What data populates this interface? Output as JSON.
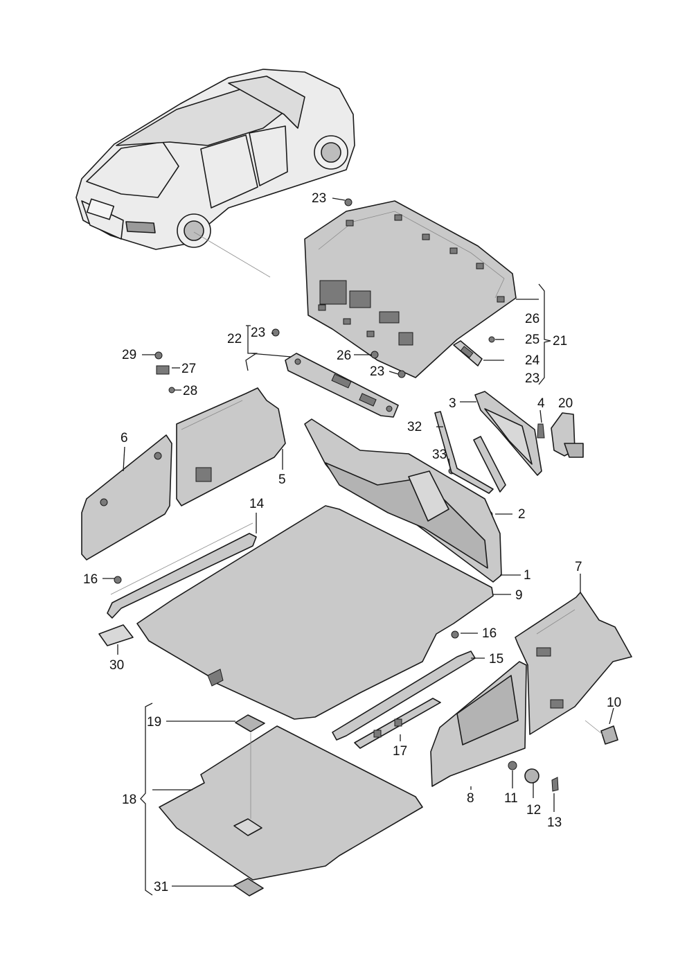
{
  "callouts": {
    "c1": "1",
    "c2": "2",
    "c3": "3",
    "c4": "4",
    "c5": "5",
    "c6": "6",
    "c7": "7",
    "c8": "8",
    "c9": "9",
    "c10": "10",
    "c11": "11",
    "c12": "12",
    "c13": "13",
    "c14": "14",
    "c15": "15",
    "c16a": "16",
    "c16b": "16",
    "c17": "17",
    "c18": "18",
    "c19": "19",
    "c20": "20",
    "c21": "21",
    "c22": "22",
    "c23a": "23",
    "c23b": "23",
    "c23c": "23",
    "c23d": "23",
    "c24": "24",
    "c25": "25",
    "c26a": "26",
    "c26b": "26",
    "c27": "27",
    "c28": "28",
    "c29": "29",
    "c30": "30",
    "c31": "31",
    "c32": "32",
    "c33": "33"
  }
}
